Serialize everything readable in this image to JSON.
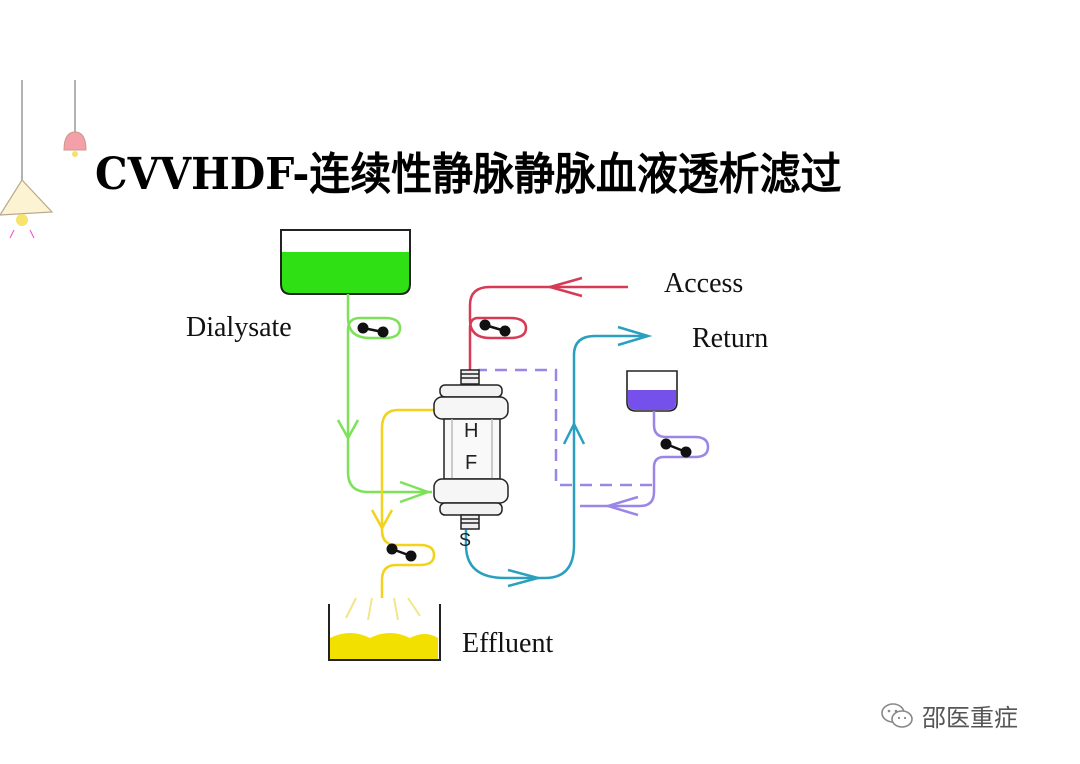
{
  "slide": {
    "title": "CVVHDF-连续性静脉静脉血液透析滤过"
  },
  "diagram": {
    "labels": {
      "dialysate": "Dialysate",
      "access": "Access",
      "return": "Return",
      "effluent": "Effluent"
    },
    "filter": {
      "letter_top": "H",
      "letter_bottom": "F",
      "letter_s": "S"
    },
    "colors": {
      "dialysate": "#7de25a",
      "access": "#d63a55",
      "return": "#2a9fbf",
      "replacement": "#9b86e8",
      "effluent": "#f2d21a"
    }
  },
  "watermark": {
    "icon": "wechat-icon",
    "text": "邵医重症"
  }
}
